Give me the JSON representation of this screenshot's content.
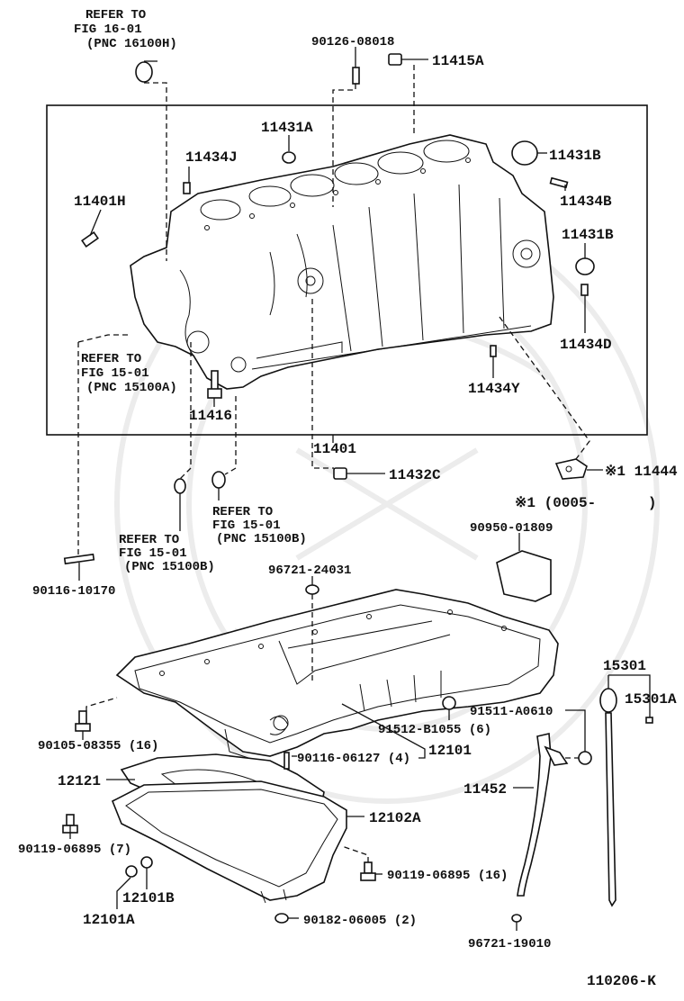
{
  "refs": {
    "r1": [
      "REFER TO",
      "FIG 16-01",
      "(PNC 16100H)"
    ],
    "r2": [
      "REFER TO",
      "FIG 15-01",
      "(PNC 15100A)"
    ],
    "r3": [
      "REFER TO",
      "FIG 15-01",
      "(PNC 15100B)"
    ],
    "r4": [
      "REFER TO",
      "FIG 15-01",
      "(PNC 15100B)"
    ]
  },
  "labels": {
    "p90126_08018": "90126-08018",
    "p11415A": "11415A",
    "p11431A": "11431A",
    "p11434J": "11434J",
    "p11431B_top": "11431B",
    "p11434B": "11434B",
    "p11401H": "11401H",
    "p11431B_mid": "11431B",
    "p11434D": "11434D",
    "p11434Y": "11434Y",
    "p11416": "11416",
    "p11401": "11401",
    "p11432C": "11432C",
    "p11444": "※1 11444",
    "note1": "※1 (0005-      )",
    "p90950_01809": "90950-01809",
    "p96721_24031": "96721-24031",
    "p90116_10170": "90116-10170",
    "p15301": "15301",
    "p15301A": "15301A",
    "p91511_A0610": "91511-A0610",
    "p91512_B1055": "91512-B1055 (6)",
    "p90105_08355": "90105-08355 (16)",
    "p90116_06127": "90116-06127 (4)",
    "p12101": "12101",
    "p12121": "12121",
    "p11452": "11452",
    "p12102A": "12102A",
    "p90119_06895_7": "90119-06895 (7)",
    "p90119_06895_16": "90119-06895 (16)",
    "p12101B": "12101B",
    "p12101A": "12101A",
    "p90182_06005": "90182-06005 (2)",
    "p96721_19010": "96721-19010",
    "figure_code": "110206-K"
  }
}
